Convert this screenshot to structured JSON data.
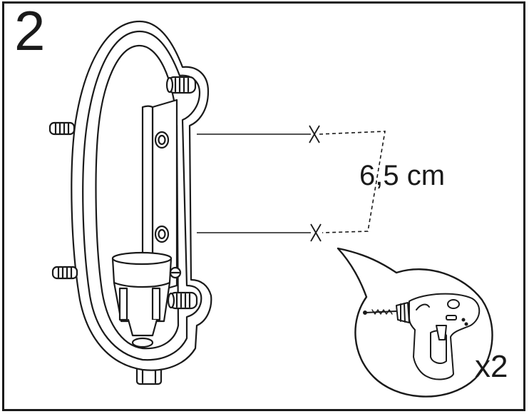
{
  "step": {
    "number": "2"
  },
  "measurement": {
    "label": "6,5 cm"
  },
  "tool": {
    "icon": "drill-icon",
    "quantity_label": "x2"
  },
  "colors": {
    "line": "#1a1a1a",
    "background": "#ffffff"
  }
}
